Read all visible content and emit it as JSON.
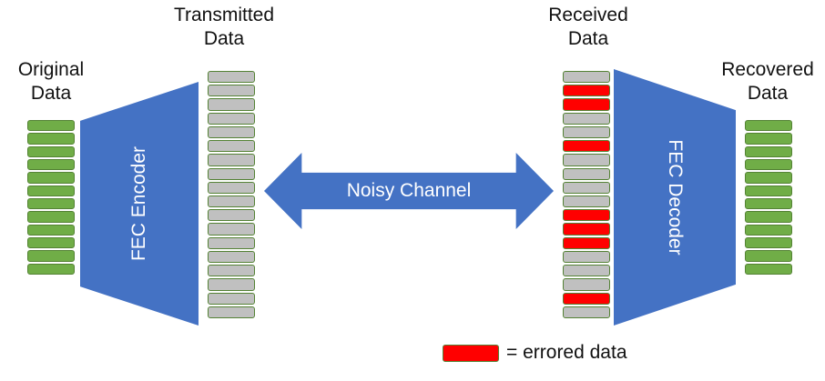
{
  "diagram": {
    "title": "FEC forward error correction data flow",
    "colors": {
      "green": "#70AD47",
      "blue": "#4472C4",
      "gray": "#C0C0C0",
      "red": "#FF0000",
      "cell_border": "#548235",
      "background": "#FFFFFF",
      "label_text": "#111111",
      "block_text": "#FFFFFF"
    },
    "labels": {
      "original_data": "Original\nData",
      "transmitted_data": "Transmitted\nData",
      "received_data": "Received\nData",
      "recovered_data": "Recovered\nData"
    },
    "blocks": {
      "encoder": "FEC Encoder",
      "decoder": "FEC Decoder",
      "channel": "Noisy Channel"
    },
    "stacks": {
      "original": {
        "label": "Original Data",
        "count": 12,
        "cells": [
          "green",
          "green",
          "green",
          "green",
          "green",
          "green",
          "green",
          "green",
          "green",
          "green",
          "green",
          "green"
        ]
      },
      "transmitted": {
        "label": "Transmitted Data",
        "count": 18,
        "cells": [
          "gray",
          "gray",
          "gray",
          "gray",
          "gray",
          "gray",
          "gray",
          "gray",
          "gray",
          "gray",
          "gray",
          "gray",
          "gray",
          "gray",
          "gray",
          "gray",
          "gray",
          "gray"
        ]
      },
      "received": {
        "label": "Received Data",
        "count": 18,
        "errored_positions": [
          2,
          3,
          6,
          11,
          12,
          13,
          17
        ],
        "cells": [
          "gray",
          "red",
          "red",
          "gray",
          "gray",
          "red",
          "gray",
          "gray",
          "gray",
          "gray",
          "red",
          "red",
          "red",
          "gray",
          "gray",
          "gray",
          "red",
          "gray"
        ]
      },
      "recovered": {
        "label": "Recovered Data",
        "count": 12,
        "cells": [
          "green",
          "green",
          "green",
          "green",
          "green",
          "green",
          "green",
          "green",
          "green",
          "green",
          "green",
          "green"
        ]
      }
    },
    "legend": {
      "swatch_color": "#FF0000",
      "text": "= errored data"
    }
  }
}
